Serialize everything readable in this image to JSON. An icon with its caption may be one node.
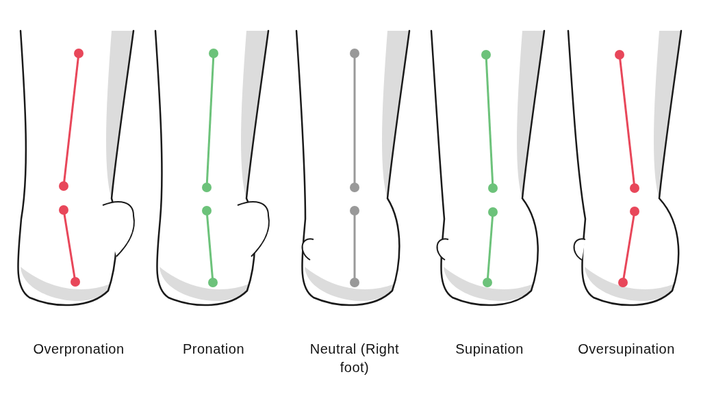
{
  "diagram": {
    "labels": [
      "Overpronation",
      "Pronation",
      "Neutral (Right foot)",
      "Supination",
      "Oversupination"
    ]
  }
}
